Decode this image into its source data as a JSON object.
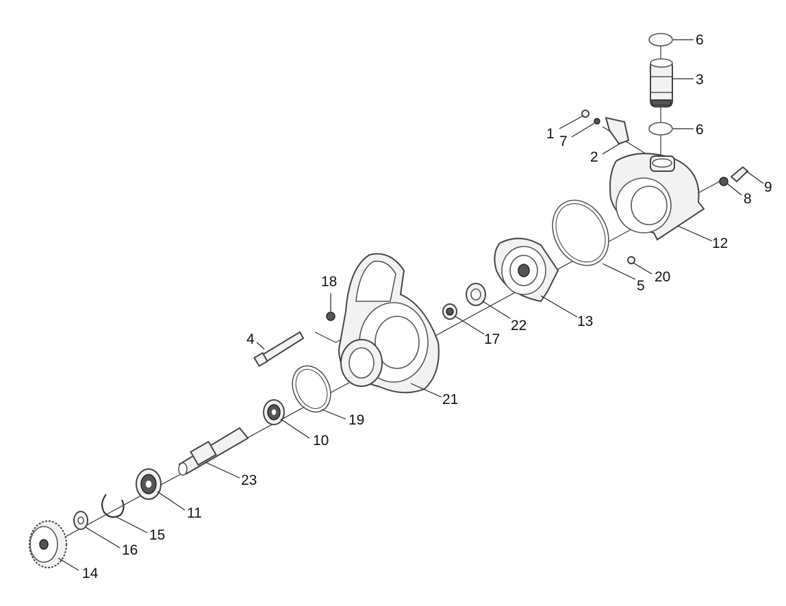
{
  "labels": {
    "p1": "1",
    "p2": "2",
    "p3": "3",
    "p4": "4",
    "p5": "5",
    "p6a": "6",
    "p6b": "6",
    "p7": "7",
    "p8": "8",
    "p9": "9",
    "p10": "10",
    "p11": "11",
    "p12": "12",
    "p13": "13",
    "p14": "14",
    "p15": "15",
    "p16": "16",
    "p17": "17",
    "p18": "18",
    "p19": "19",
    "p20": "20",
    "p21": "21",
    "p22": "22",
    "p23": "23"
  }
}
